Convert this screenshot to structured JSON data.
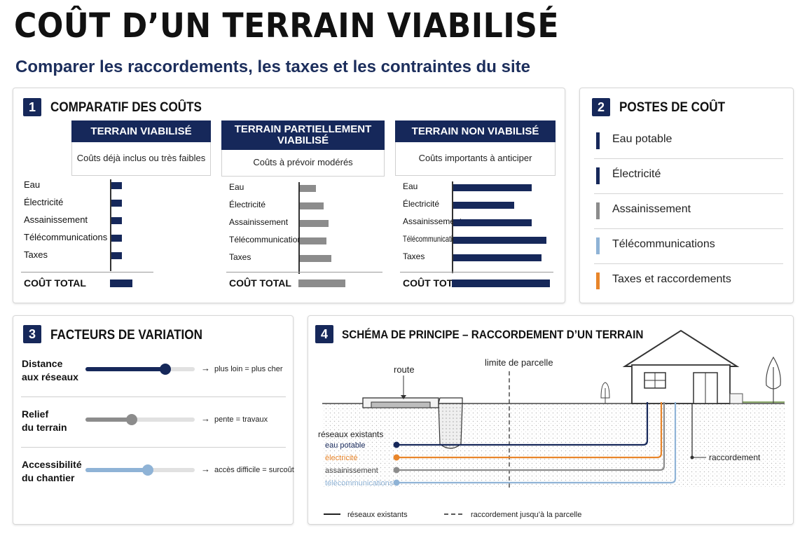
{
  "header": {
    "title": "COÛT D’UN TERRAIN VIABILISÉ",
    "subtitle": "Comparer les raccordements, les taxes et les contraintes du site"
  },
  "colors": {
    "navy": "#16285a",
    "gray": "#8c8c8c",
    "lightblue": "#8fb3d6",
    "orange": "#e8852a"
  },
  "comparatif": {
    "number": "1",
    "title": "COMPARATIF DES COÛTS",
    "row_labels": [
      "Eau",
      "Électricité",
      "Assainissement",
      "Télécommunications",
      "Taxes"
    ],
    "total_label": "COÛT TOTAL",
    "columns": [
      {
        "header": "TERRAIN VIABILISÉ",
        "note": "Coûts déjà inclus ou très faibles",
        "values": [
          0.1,
          0.1,
          0.1,
          0.1,
          0.1
        ],
        "colors": [
          "navy",
          "navy",
          "navy",
          "navy",
          "navy"
        ],
        "total": 0.2
      },
      {
        "header": "TERRAIN PARTIELLEMENT VIABILISÉ",
        "note": "Coûts à prévoir modérés",
        "values": [
          0.3,
          0.45,
          0.55,
          0.5,
          0.6
        ],
        "colors": [
          "gray",
          "gray",
          "gray",
          "gray",
          "gray"
        ],
        "total": 0.65
      },
      {
        "header": "TERRAIN NON VIABILISÉ",
        "note": "Coûts importants à anticiper",
        "values": [
          0.8,
          0.62,
          0.8,
          0.95,
          0.9
        ],
        "colors": [
          "navy",
          "navy",
          "navy",
          "navy",
          "navy"
        ],
        "total": 1.0
      }
    ]
  },
  "postes": {
    "number": "2",
    "title": "POSTES DE COÛT",
    "items": [
      {
        "label": "Eau potable",
        "color": "navy"
      },
      {
        "label": "Électricité",
        "color": "navy"
      },
      {
        "label": "Assainissement",
        "color": "gray"
      },
      {
        "label": "Télécommunications",
        "color": "lightblue"
      },
      {
        "label": "Taxes et raccordements",
        "color": "orange"
      }
    ]
  },
  "facteurs": {
    "number": "3",
    "title": "FACTEURS DE VARIATION",
    "items": [
      {
        "label_line1": "Distance",
        "label_line2": "aux réseaux",
        "level": 0.73,
        "color": "navy",
        "effect": "plus loin = plus cher"
      },
      {
        "label_line1": "Relief",
        "label_line2": "du terrain",
        "level": 0.42,
        "color": "gray",
        "effect": "pente = travaux"
      },
      {
        "label_line1": "Accessibilité",
        "label_line2": "du chantier",
        "level": 0.57,
        "color": "lightblue",
        "effect": "accès difficile = surcoût"
      }
    ]
  },
  "schema": {
    "number": "4",
    "title": "SCHÉMA DE PRINCIPE – RACCORDEMENT D’UN TERRAIN",
    "route": "route",
    "limite": "limite de parcelle",
    "reseaux_title": "réseaux existants",
    "networks": [
      {
        "label": "eau potable",
        "color": "navy"
      },
      {
        "label": "électricité",
        "color": "orange"
      },
      {
        "label": "assainissement",
        "color": "gray"
      },
      {
        "label": "télécommunications",
        "color": "lightblue"
      }
    ],
    "raccordement": "raccordement",
    "legend_solid": "réseaux existants",
    "legend_dashed": "raccordement jusqu’à la parcelle"
  }
}
